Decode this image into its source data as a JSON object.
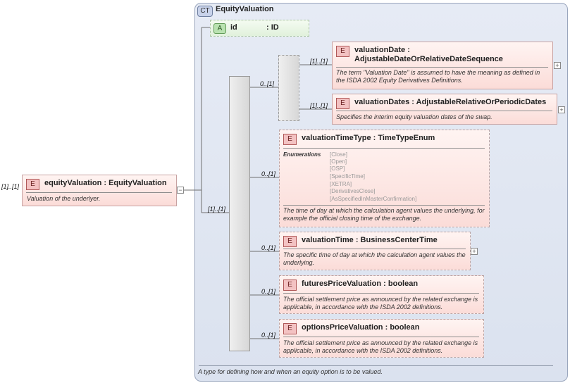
{
  "root": {
    "cardinality": "[1]..[1]",
    "badge": "E",
    "name": "equityValuation",
    "type": "EquityValuation",
    "doc": "Valuation of the underlyer."
  },
  "complex_type": {
    "badge": "CT",
    "name": "EquityValuation",
    "doc": "A type for defining how and when an equity option is to be valued."
  },
  "attribute": {
    "badge": "A",
    "name": "id",
    "type": ": ID"
  },
  "sequence": {
    "cardinality": "[1]..[1]"
  },
  "choice": {
    "cardinality": "0..[1]"
  },
  "elements": [
    {
      "badge": "E",
      "name": "valuationDate",
      "type": "AdjustableDateOrRelativeDateSequence",
      "cardinality": "[1]..[1]",
      "doc": "The term \"Valuation Date\" is assumed to have the meaning as defined in the ISDA 2002 Equity Derivatives Definitions.",
      "expand": "+"
    },
    {
      "badge": "E",
      "name": "valuationDates",
      "type": "AdjustableRelativeOrPeriodicDates",
      "cardinality": "[1]..[1]",
      "doc": "Specifies the interim equity valuation dates of the swap.",
      "expand": "+"
    },
    {
      "badge": "E",
      "name": "valuationTimeType",
      "type": "TimeTypeEnum",
      "cardinality": "0..[1]",
      "enum_label": "Enumerations",
      "enumerations": [
        "Close",
        "Open",
        "OSP",
        "SpecificTime",
        "XETRA",
        "DerivativesClose",
        "AsSpecifiedInMasterConfirmation"
      ],
      "doc": "The time of day at which the calculation agent values the underlying, for example the official closing time of the exchange."
    },
    {
      "badge": "E",
      "name": "valuationTime",
      "type": "BusinessCenterTime",
      "cardinality": "0..[1]",
      "doc": "The specific time of day at which the calculation agent values the underlying.",
      "expand": "+"
    },
    {
      "badge": "E",
      "name": "futuresPriceValuation",
      "type": "boolean",
      "cardinality": "0..[1]",
      "doc": "The official settlement price as announced by the related exchange is applicable, in accordance with the ISDA 2002 definitions."
    },
    {
      "badge": "E",
      "name": "optionsPriceValuation",
      "type": "boolean",
      "cardinality": "0..[1]",
      "doc": "The official settlement price as announced by the related exchange is applicable, in accordance with the ISDA 2002 definitions."
    }
  ],
  "collapse_symbol": "−"
}
